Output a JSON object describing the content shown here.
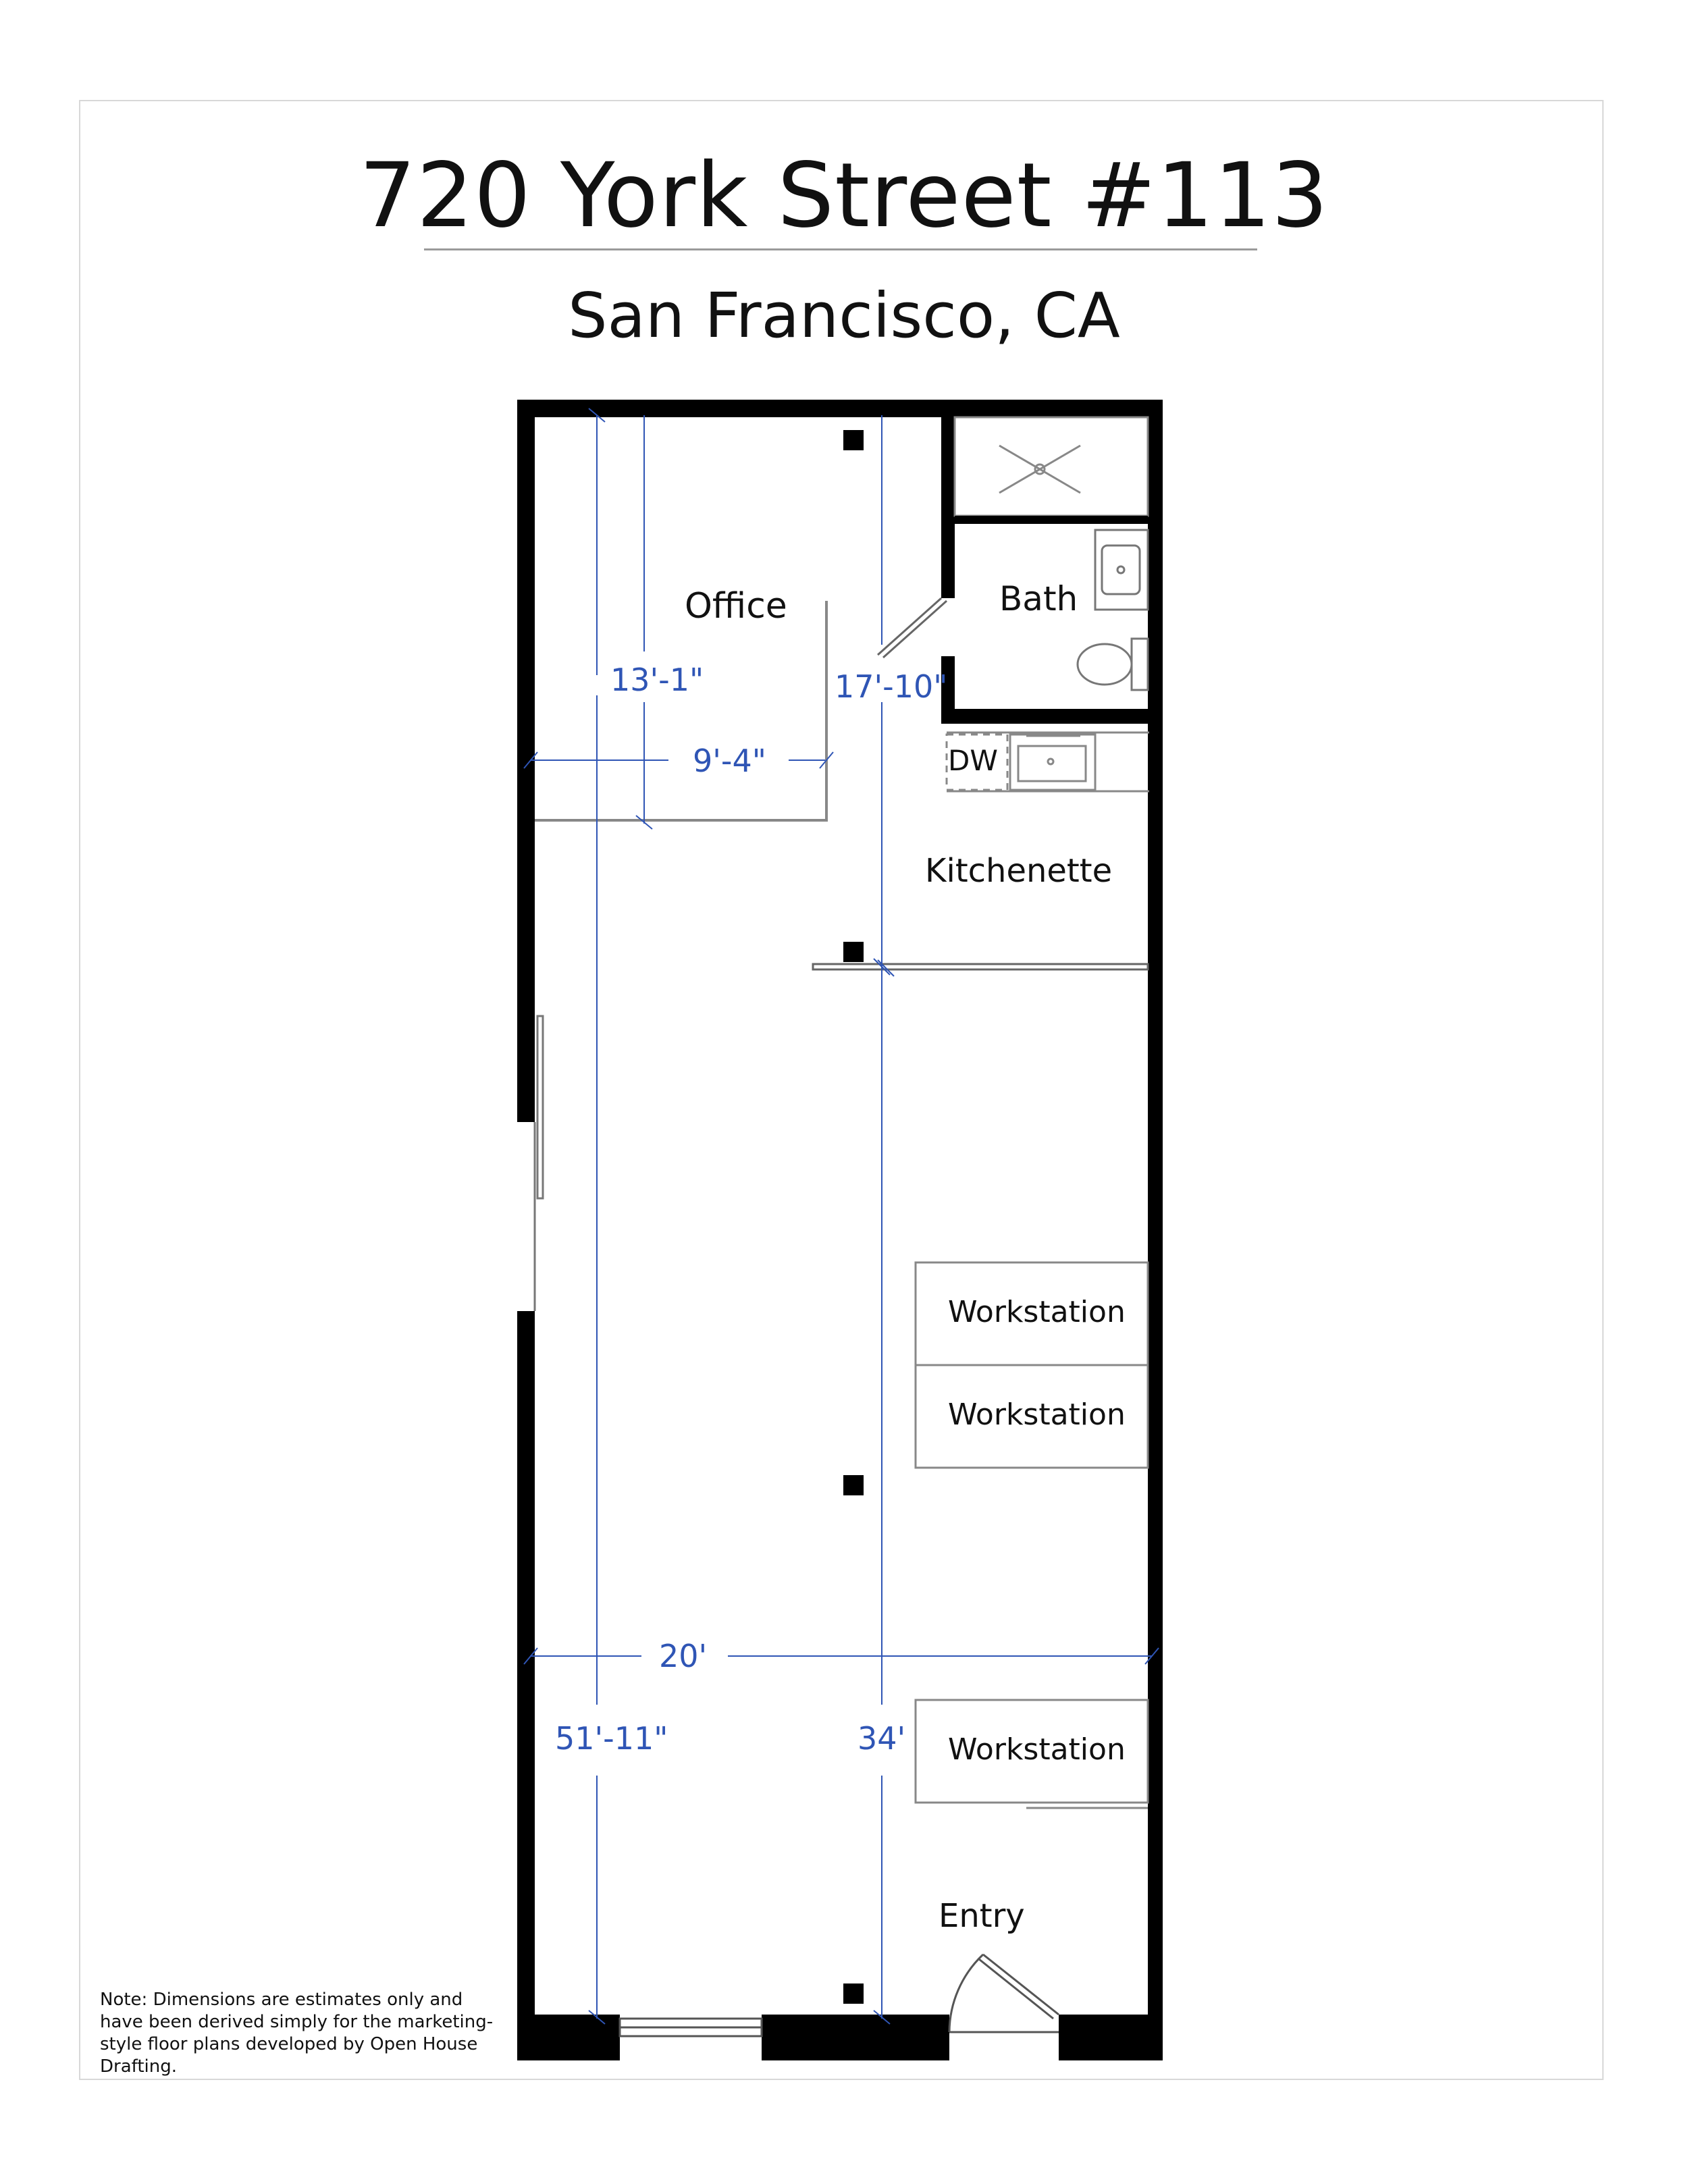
{
  "header": {
    "title": "720 York Street #113",
    "subtitle": "San Francisco, CA"
  },
  "rooms": {
    "office": "Office",
    "bath": "Bath",
    "dw": "DW",
    "kitchenette": "Kitchenette",
    "workstation_1": "Workstation",
    "workstation_2": "Workstation",
    "workstation_3": "Workstation",
    "entry": "Entry"
  },
  "dimensions": {
    "office_depth": "13'-1\"",
    "office_width": "9'-4\"",
    "kitchen_depth": "17'-10\"",
    "unit_width": "20'",
    "unit_depth": "51'-11\"",
    "main_depth": "34'"
  },
  "note": "Note: Dimensions are estimates only and have been derived simply for the marketing-style floor plans developed by Open House Drafting.",
  "colors": {
    "wall": "#000000",
    "dimension": "#2f55b5",
    "fixture": "#777777"
  }
}
